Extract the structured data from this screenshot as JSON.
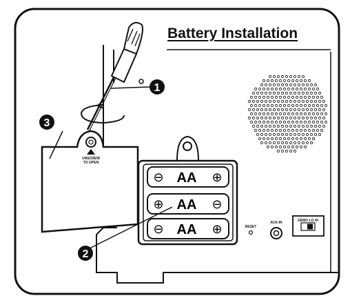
{
  "title": "Battery Installation",
  "callouts": [
    "1",
    "2",
    "3"
  ],
  "door_text_line1": "UNSCREW",
  "door_text_line2": "TO OPEN",
  "batteries": [
    {
      "label": "AA",
      "left_terminal": "⊖",
      "right_terminal": "⊕"
    },
    {
      "label": "AA",
      "left_terminal": "⊕",
      "right_terminal": "⊖"
    },
    {
      "label": "AA",
      "left_terminal": "⊖",
      "right_terminal": "⊕"
    }
  ],
  "reset_label": "RESET",
  "aux_label": "AUX-IN",
  "switch_label": "DEMO  LO  HI"
}
